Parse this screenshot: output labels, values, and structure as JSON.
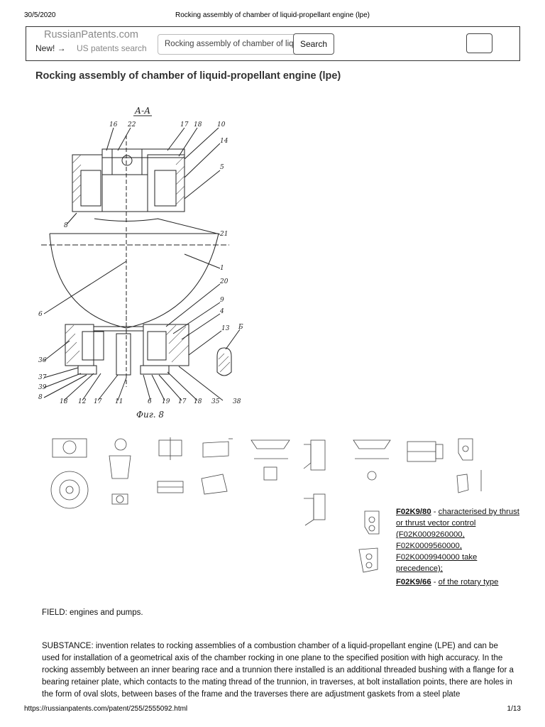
{
  "print_header": {
    "date": "30/5/2020",
    "title": "Rocking assembly of chamber of liquid-propellant engine (lpe)"
  },
  "topbar": {
    "brand": "RussianPatents.com",
    "new_label": "New! →",
    "us_link": "US patents search",
    "search_value": "Rocking assembly of chamber of liquid-propellant engine (lpe)",
    "search_button": "Search"
  },
  "page_title": "Rocking assembly of chamber of liquid-propellant engine (lpe)",
  "drawing": {
    "section_label": "А-А",
    "caption": "Фиг. 8",
    "callouts": [
      "16",
      "22",
      "17",
      "18",
      "10",
      "14",
      "5",
      "8",
      "21",
      "1",
      "6",
      "20",
      "9",
      "4",
      "13",
      "Б",
      "36",
      "37",
      "39",
      "8",
      "18",
      "12",
      "17",
      "11",
      "6",
      "19",
      "17",
      "18",
      "35",
      "38"
    ]
  },
  "classification": [
    {
      "code": "F02K9/80",
      "separator": " - ",
      "description": "characterised by thrust or thrust vector control (F02K0009260000, F02K0009560000, F02K0009940000 take precedence);"
    },
    {
      "code": "F02K9/66",
      "separator": " - ",
      "description": "of the rotary type"
    }
  ],
  "field_text": "FIELD: engines and pumps.",
  "substance_text": "SUBSTANCE: invention relates to rocking assemblies of a combustion chamber of a liquid-propellant engine (LPE) and can be used for installation of a geometrical axis of the chamber rocking in one plane to the specified position with high accuracy. In the rocking assembly between an inner bearing race and a trunnion there installed is an additional threaded bushing with a flange for a bearing retainer plate, which contacts to the mating thread of the trunnion, in traverses, at bolt installation points, there are holes in the form of oval slots, between bases of the frame and the traverses there are adjustment gaskets from a steel plate",
  "print_footer": {
    "url": "https://russianpatents.com/patent/255/2555092.html",
    "page": "1/13"
  }
}
